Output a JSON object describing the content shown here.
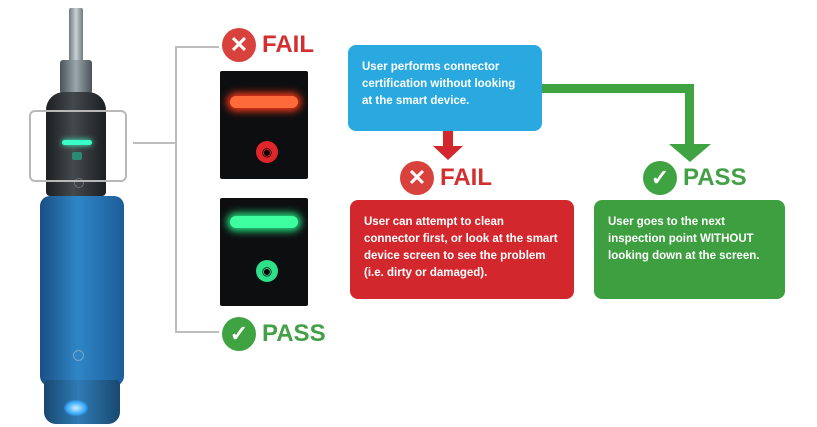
{
  "left_panel": {
    "fail_label": "FAIL",
    "pass_label": "PASS"
  },
  "flow": {
    "start_box_text": "User performs connector certification without looking at the smart device.",
    "fail_label": "FAIL",
    "pass_label": "PASS",
    "fail_box_text": "User can attempt to clean connector first, or look at the smart device screen to see the problem (i.e. dirty or damaged).",
    "pass_box_text": "User goes to the next inspection point WITHOUT looking down at the screen."
  },
  "icons": {
    "fail": "x-circle-icon",
    "pass": "check-circle-icon",
    "camera": "camera-icon"
  },
  "colors": {
    "fail": "#d3272e",
    "pass": "#3d9f40",
    "start": "#29a9e0",
    "bracket": "#bdbdbd"
  }
}
